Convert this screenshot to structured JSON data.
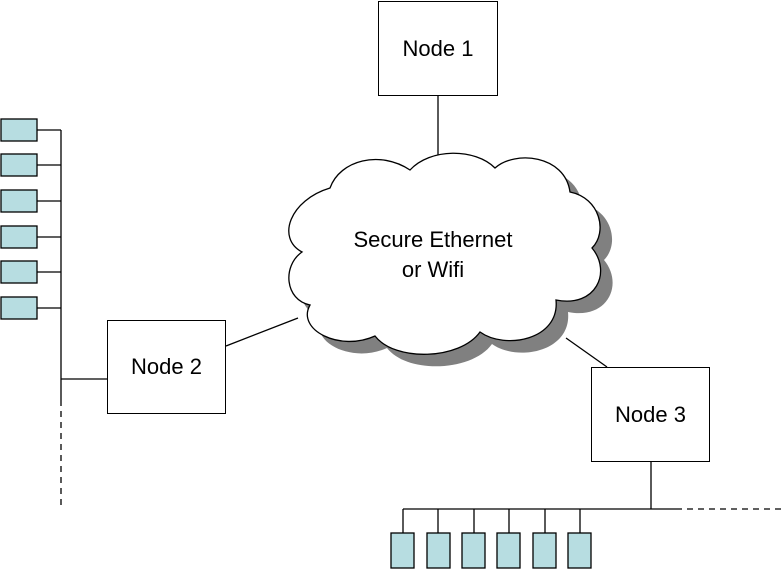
{
  "network": {
    "label_line1": "Secure Ethernet",
    "label_line2": "or Wifi"
  },
  "nodes": [
    {
      "label": "Node 1"
    },
    {
      "label": "Node 2"
    },
    {
      "label": "Node 3"
    }
  ],
  "colors": {
    "device_fill": "#b7dde1",
    "cloud_shadow": "#808080",
    "line": "#000000"
  },
  "node2_bus": {
    "device_count": 6
  },
  "node3_bus": {
    "device_count": 6
  }
}
